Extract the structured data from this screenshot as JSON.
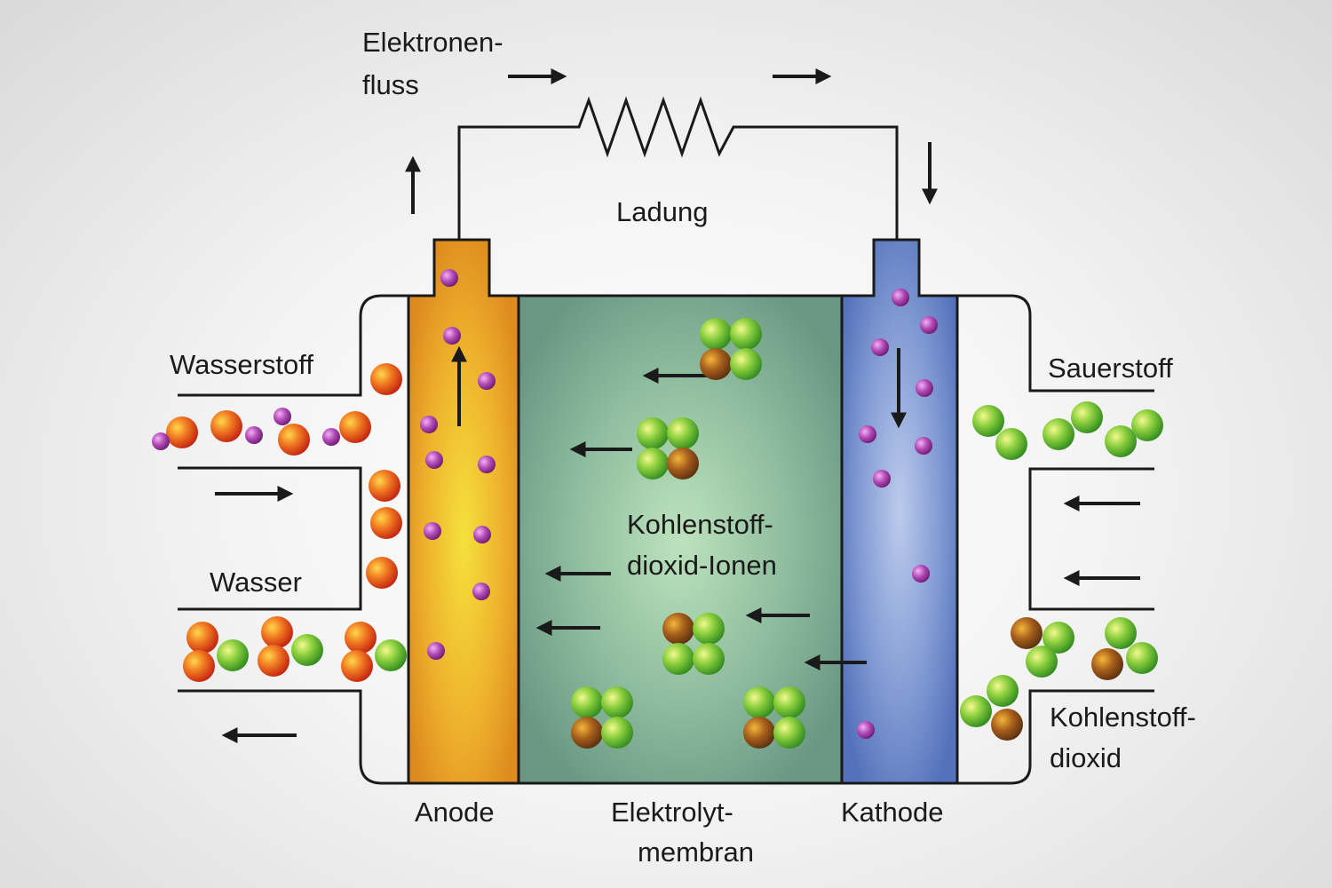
{
  "labels": {
    "electron_flow_line1": "Elektronen-",
    "electron_flow_line2": "fluss",
    "load": "Ladung",
    "hydrogen": "Wasserstoff",
    "water": "Wasser",
    "oxygen": "Sauerstoff",
    "co2_line1": "Kohlenstoff-",
    "co2_line2": "dioxid",
    "ions_line1": "Kohlenstoff-",
    "ions_line2": "dioxid-Ionen",
    "anode": "Anode",
    "electrolyte_line1": "Elektrolyt-",
    "electrolyte_line2": "membran",
    "cathode": "Kathode"
  },
  "colors": {
    "anode": "#e08a1e",
    "anode_glow": "#f3dd3a",
    "electrolyte": "#6e9a86",
    "electrolyte_glow": "#b4dcb6",
    "cathode": "#5574bb",
    "cathode_glow": "#b9c9ea",
    "hydrogen_atom": "#e0431d",
    "oxygen_atom": "#5db42c",
    "carbon_atom": "#8a4a16",
    "electron": "#9a2a9c",
    "outline": "#1a1a1a"
  }
}
